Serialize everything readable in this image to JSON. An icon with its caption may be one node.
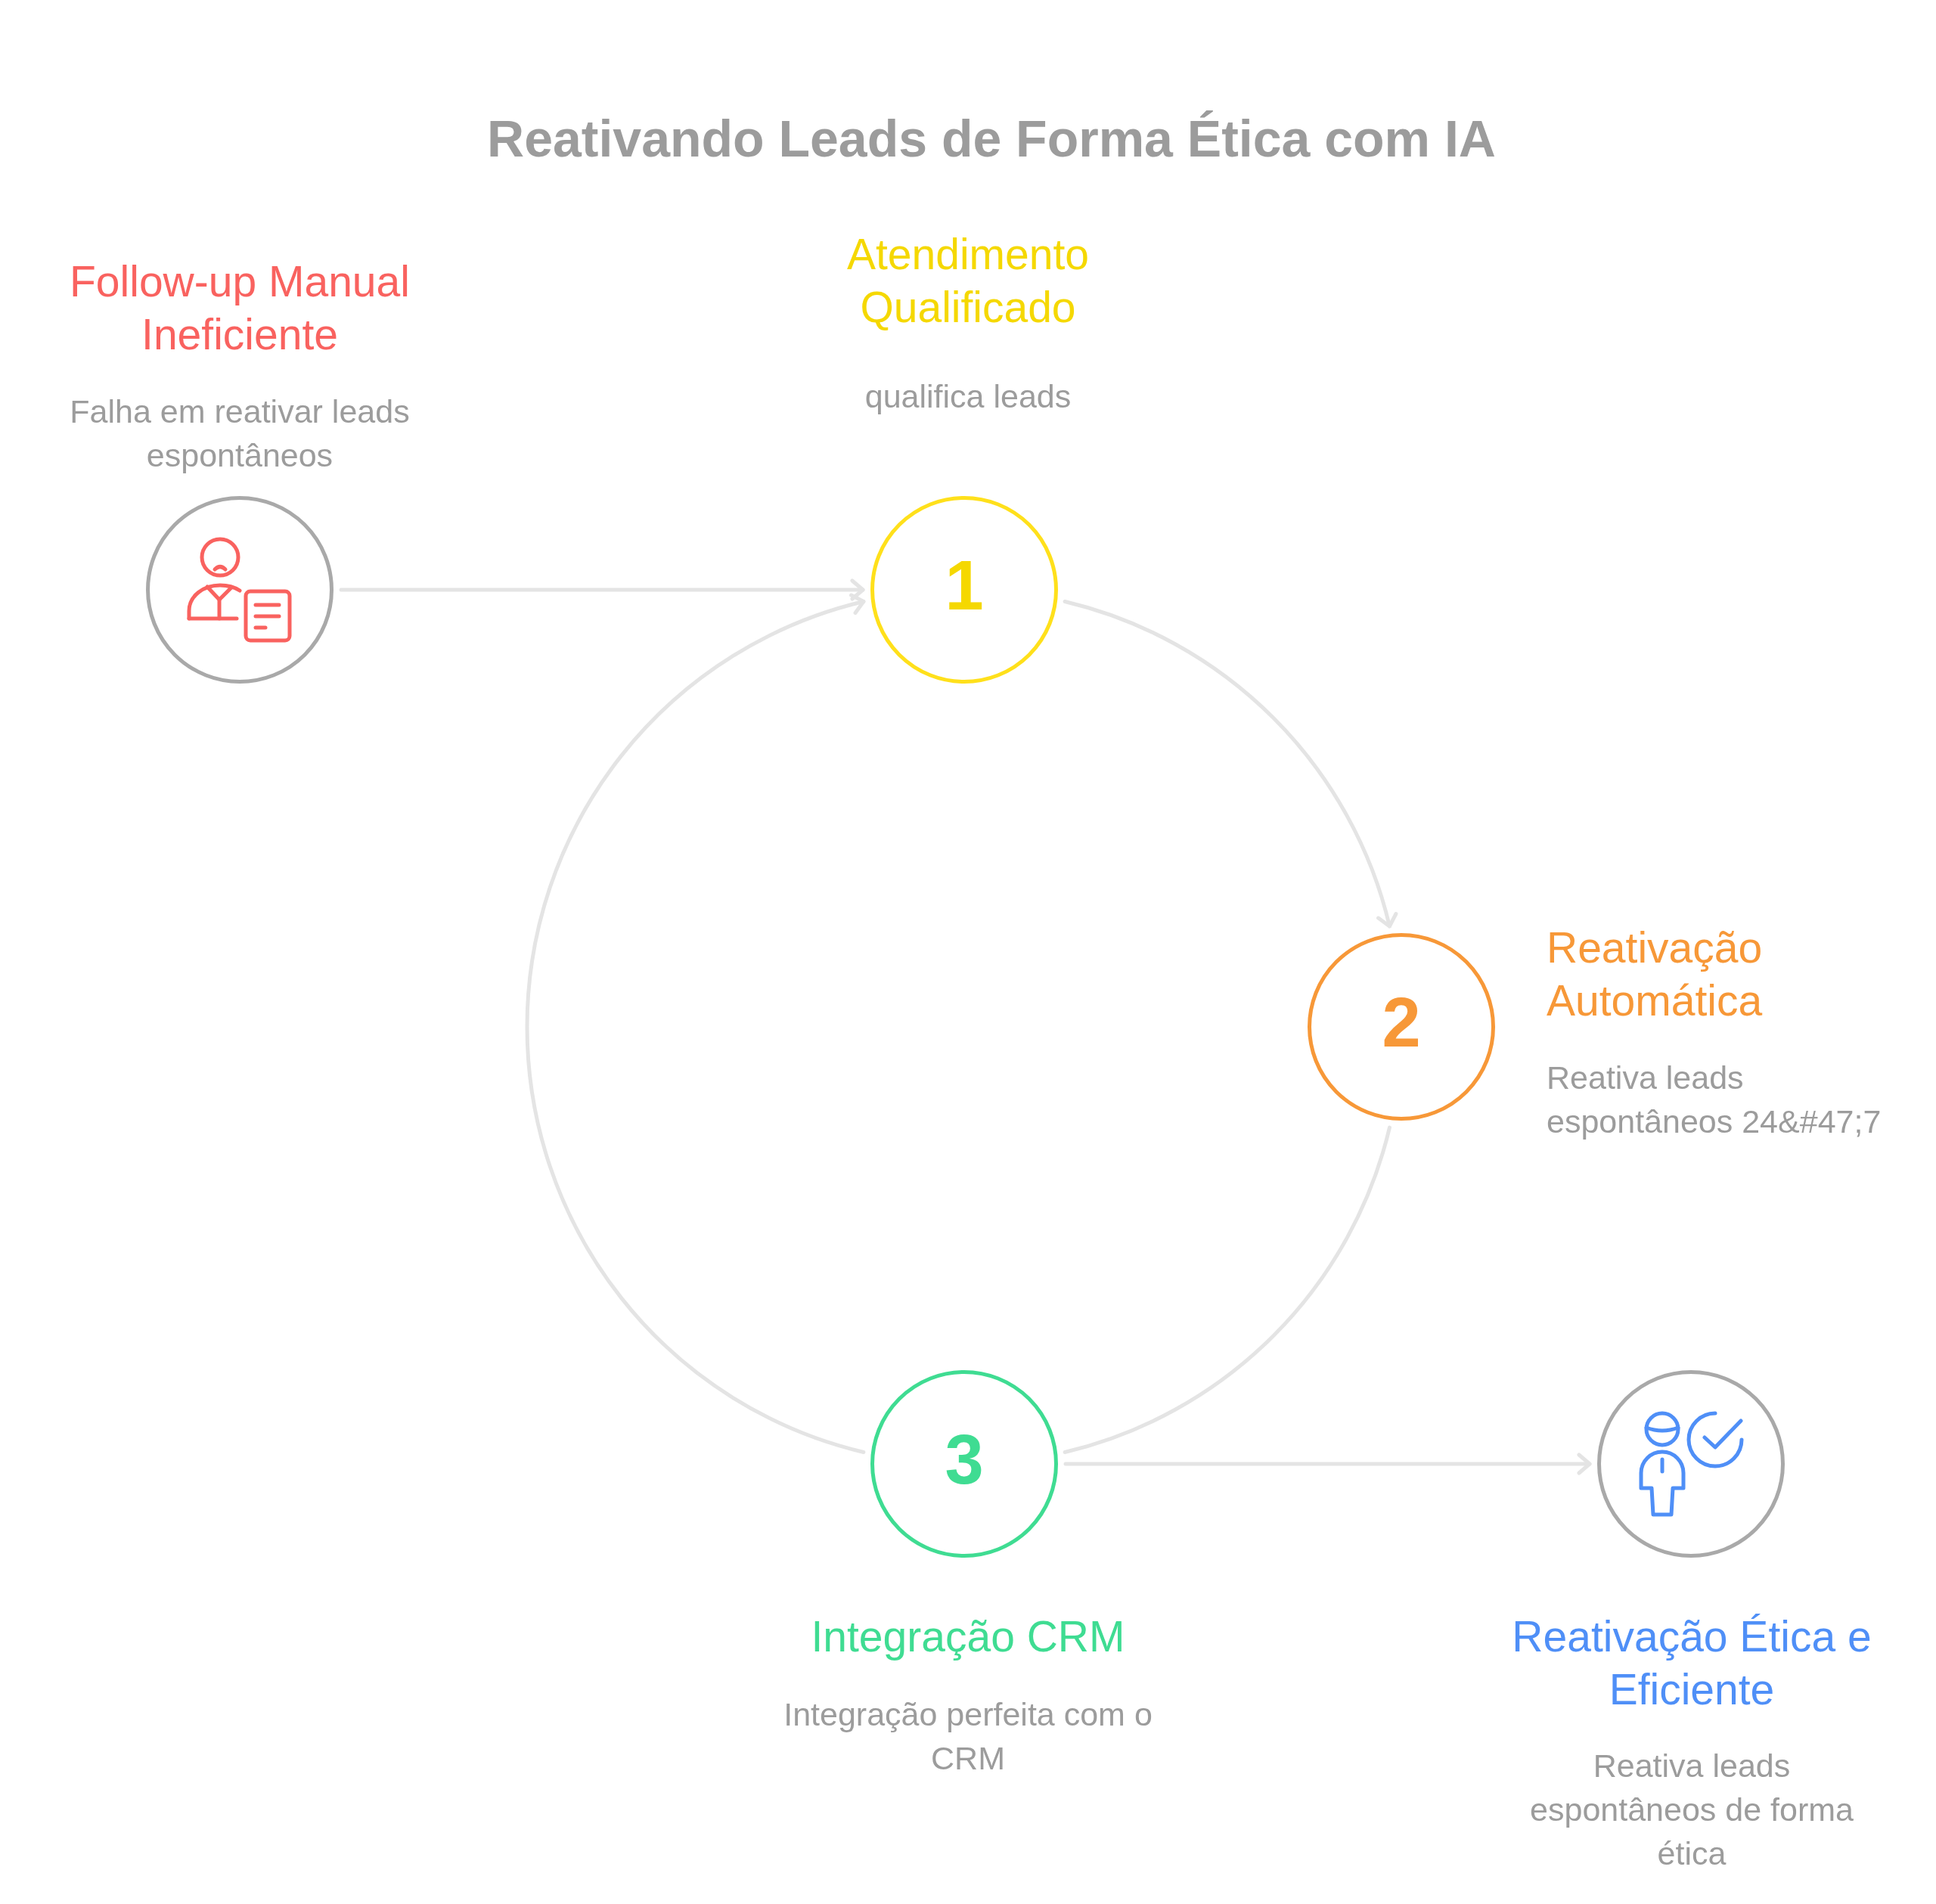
{
  "diagram": {
    "title": "Reativando Leads de Forma Ética com IA",
    "nodes": [
      {
        "text": [
          "Follow-up Manual Ineficiente",
          "Falha em reativar leads espontâneos"
        ]
      },
      {
        "text": [
          "Atendimento Qualificado",
          "qualifica leads",
          "1"
        ]
      },
      {
        "text": [
          "2",
          "Reativação Automática",
          "Reativa leads espontâneos 24&#47;7"
        ]
      },
      {
        "text": [
          "3",
          "Integração CRM",
          "Integração perfeita com o CRM"
        ]
      },
      {
        "text": [
          "Reativação Ética e Eficiente",
          "Reativa leads espontâneos de forma ética"
        ]
      }
    ],
    "edges": [
      {
        "from": 0,
        "to": 1,
        "arrow": "to"
      },
      {
        "from": 1,
        "to": 2,
        "arrow": "to"
      },
      {
        "from": 2,
        "to": 3,
        "arrow": "none"
      },
      {
        "from": 3,
        "to": 1,
        "arrow": "to"
      },
      {
        "from": 3,
        "to": 4,
        "arrow": "to"
      }
    ]
  }
}
